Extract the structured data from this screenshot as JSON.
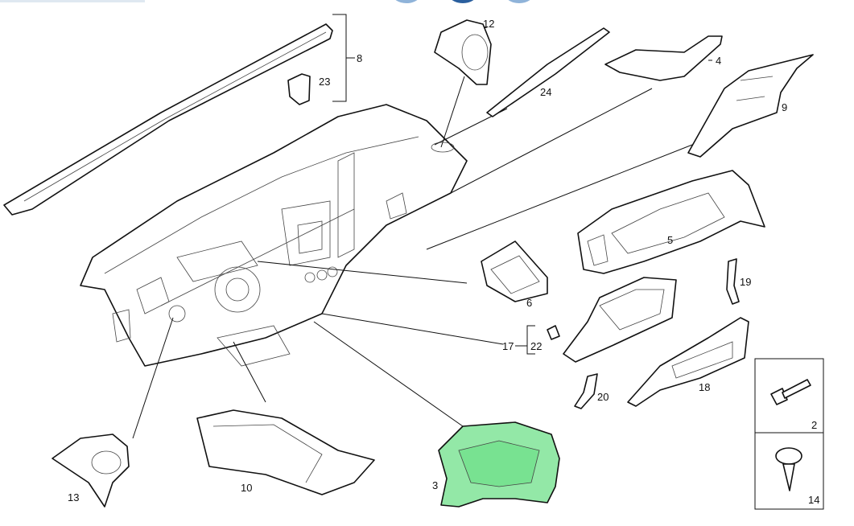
{
  "diagram": {
    "highlight_color": "#6fe08a",
    "selected_part": "3",
    "parts": [
      {
        "id": "p8",
        "label": "8"
      },
      {
        "id": "p23",
        "label": "23"
      },
      {
        "id": "p12",
        "label": "12"
      },
      {
        "id": "p24",
        "label": "24"
      },
      {
        "id": "p4",
        "label": "4"
      },
      {
        "id": "p9",
        "label": "9"
      },
      {
        "id": "p5",
        "label": "5"
      },
      {
        "id": "p6",
        "label": "6"
      },
      {
        "id": "p19",
        "label": "19"
      },
      {
        "id": "p17",
        "label": "17"
      },
      {
        "id": "p22",
        "label": "22"
      },
      {
        "id": "p20",
        "label": "20"
      },
      {
        "id": "p18",
        "label": "18"
      },
      {
        "id": "p2",
        "label": "2"
      },
      {
        "id": "p14",
        "label": "14"
      },
      {
        "id": "p13",
        "label": "13"
      },
      {
        "id": "p10",
        "label": "10"
      },
      {
        "id": "p3",
        "label": "3"
      }
    ]
  }
}
